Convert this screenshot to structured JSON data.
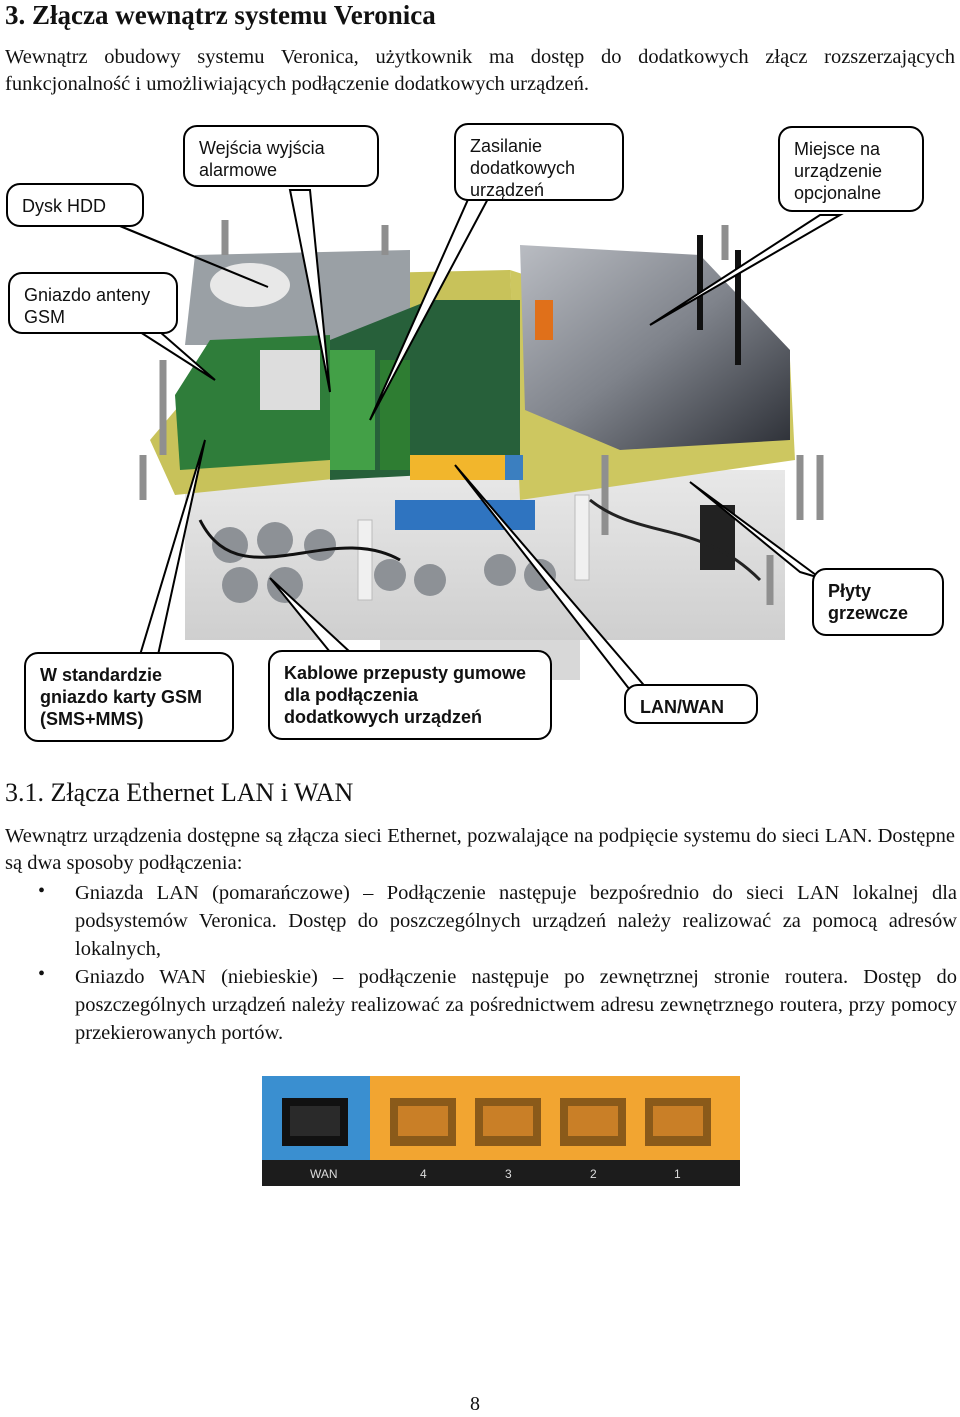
{
  "heading": "3. Złącza wewnątrz systemu Veronica",
  "intro": "Wewnątrz obudowy systemu Veronica, użytkownik ma dostęp do dodatkowych złącz rozszerzających funkcjonalność i umożliwiających podłączenie dodatkowych urządzeń.",
  "callouts": {
    "hdd": "Dysk HDD",
    "alarm_io": "Wejścia wyjścia alarmowe",
    "power": "Zasilanie dodatkowych urządzeń",
    "optional": "Miejsce na urządzenie opcjonalne",
    "gsm_antenna": "Gniazdo anteny GSM",
    "heaters": "Płyty grzewcze",
    "sim": "W standardzie gniazdo karty GSM (SMS+MMS)",
    "glands": "Kablowe przepusty gumowe dla podłączenia dodatkowych urządzeń",
    "lanwan": "LAN/WAN"
  },
  "section": {
    "heading": "3.1. Złącza Ethernet LAN i WAN",
    "paragraph": "Wewnątrz urządzenia dostępne są złącza sieci Ethernet, pozwalające na podpięcie systemu do sieci LAN. Dostępne są dwa sposoby podłączenia:",
    "bullets": [
      "Gniazda LAN (pomarańczowe) – Podłączenie następuje bezpośrednio do sieci LAN lokalnej dla podsystemów Veronica. Dostęp do poszczególnych urządzeń należy realizować za pomocą adresów lokalnych,",
      "Gniazdo WAN (niebieskie) – podłączenie następuje po zewnętrznej stronie routera. Dostęp do poszczególnych urządzeń należy realizować za pośrednictwem adresu zewnętrznego routera, przy pomocy przekierowanych portów."
    ]
  },
  "ports": {
    "wan_label": "WAN",
    "lan_labels": [
      "4",
      "3",
      "2",
      "1"
    ],
    "colors": {
      "wan": "#3a8fd0",
      "lan": "#f2a531",
      "panel": "#1c1c1c"
    }
  },
  "page_number": "8"
}
